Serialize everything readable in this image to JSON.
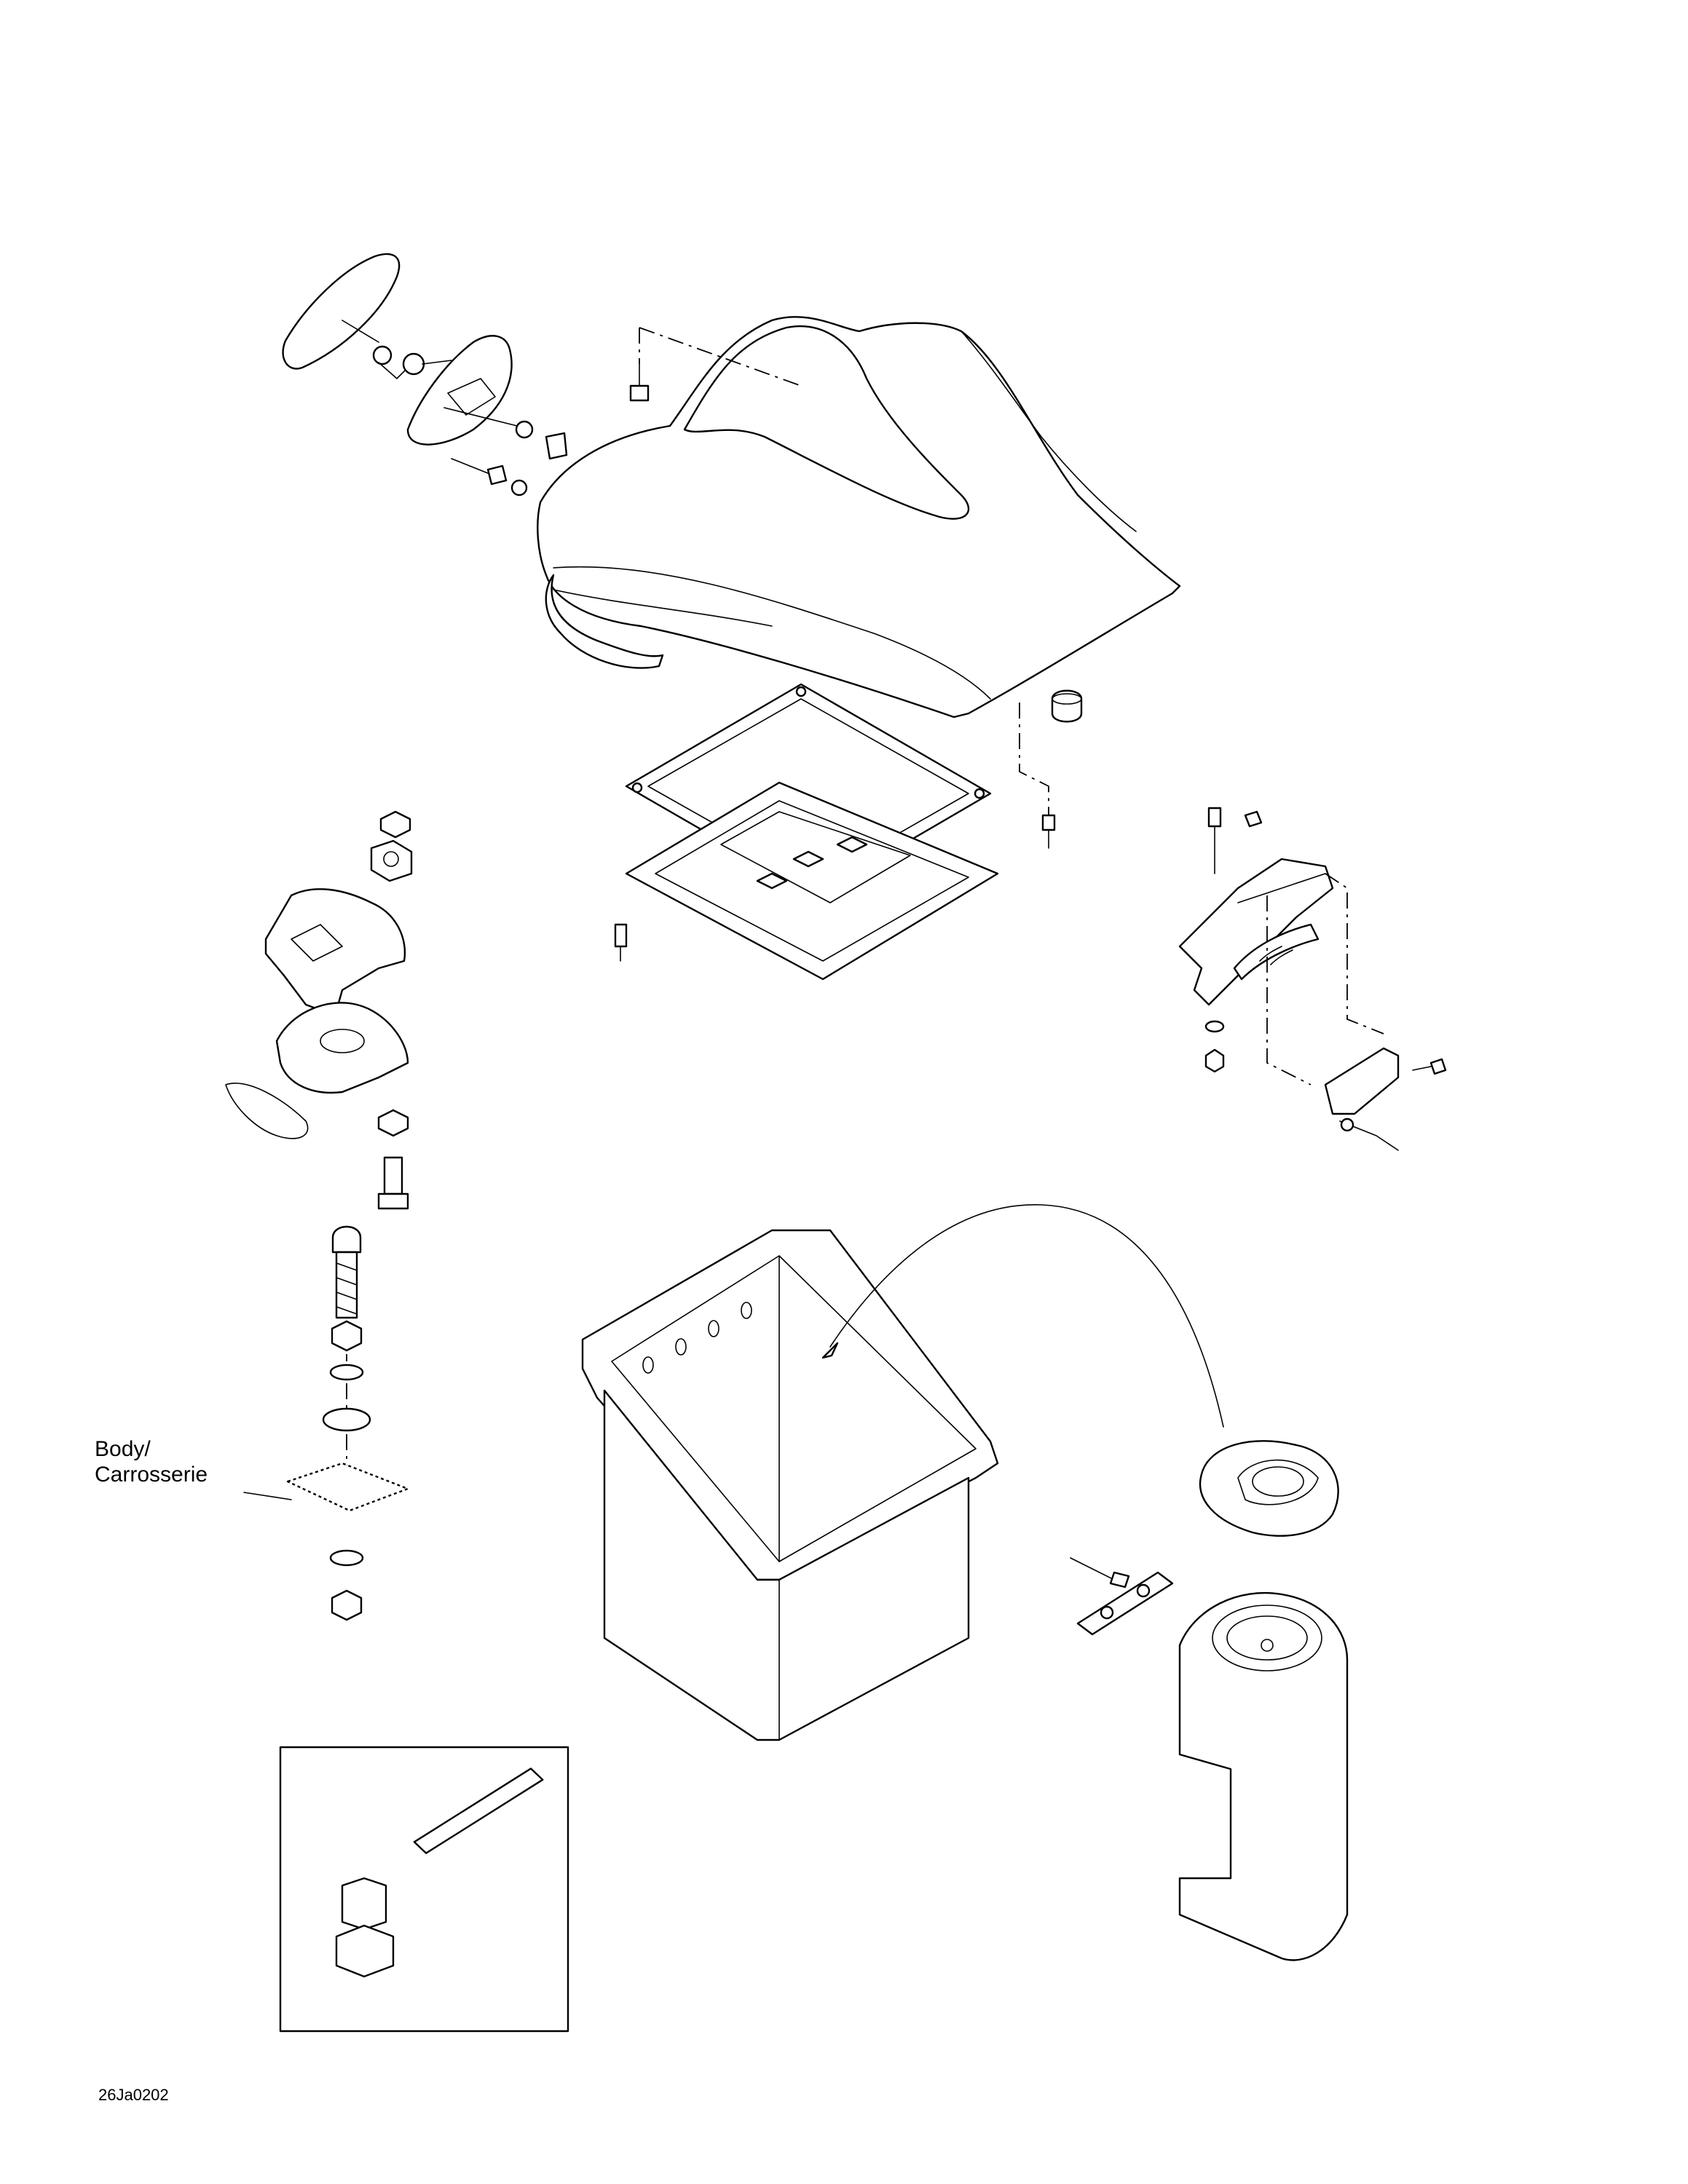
{
  "labels": {
    "body_line1": "Body/",
    "body_line2": "Carrosserie",
    "figure_code": "26Ja0202"
  },
  "colors": {
    "ink": "#000000",
    "paper": "#ffffff"
  }
}
